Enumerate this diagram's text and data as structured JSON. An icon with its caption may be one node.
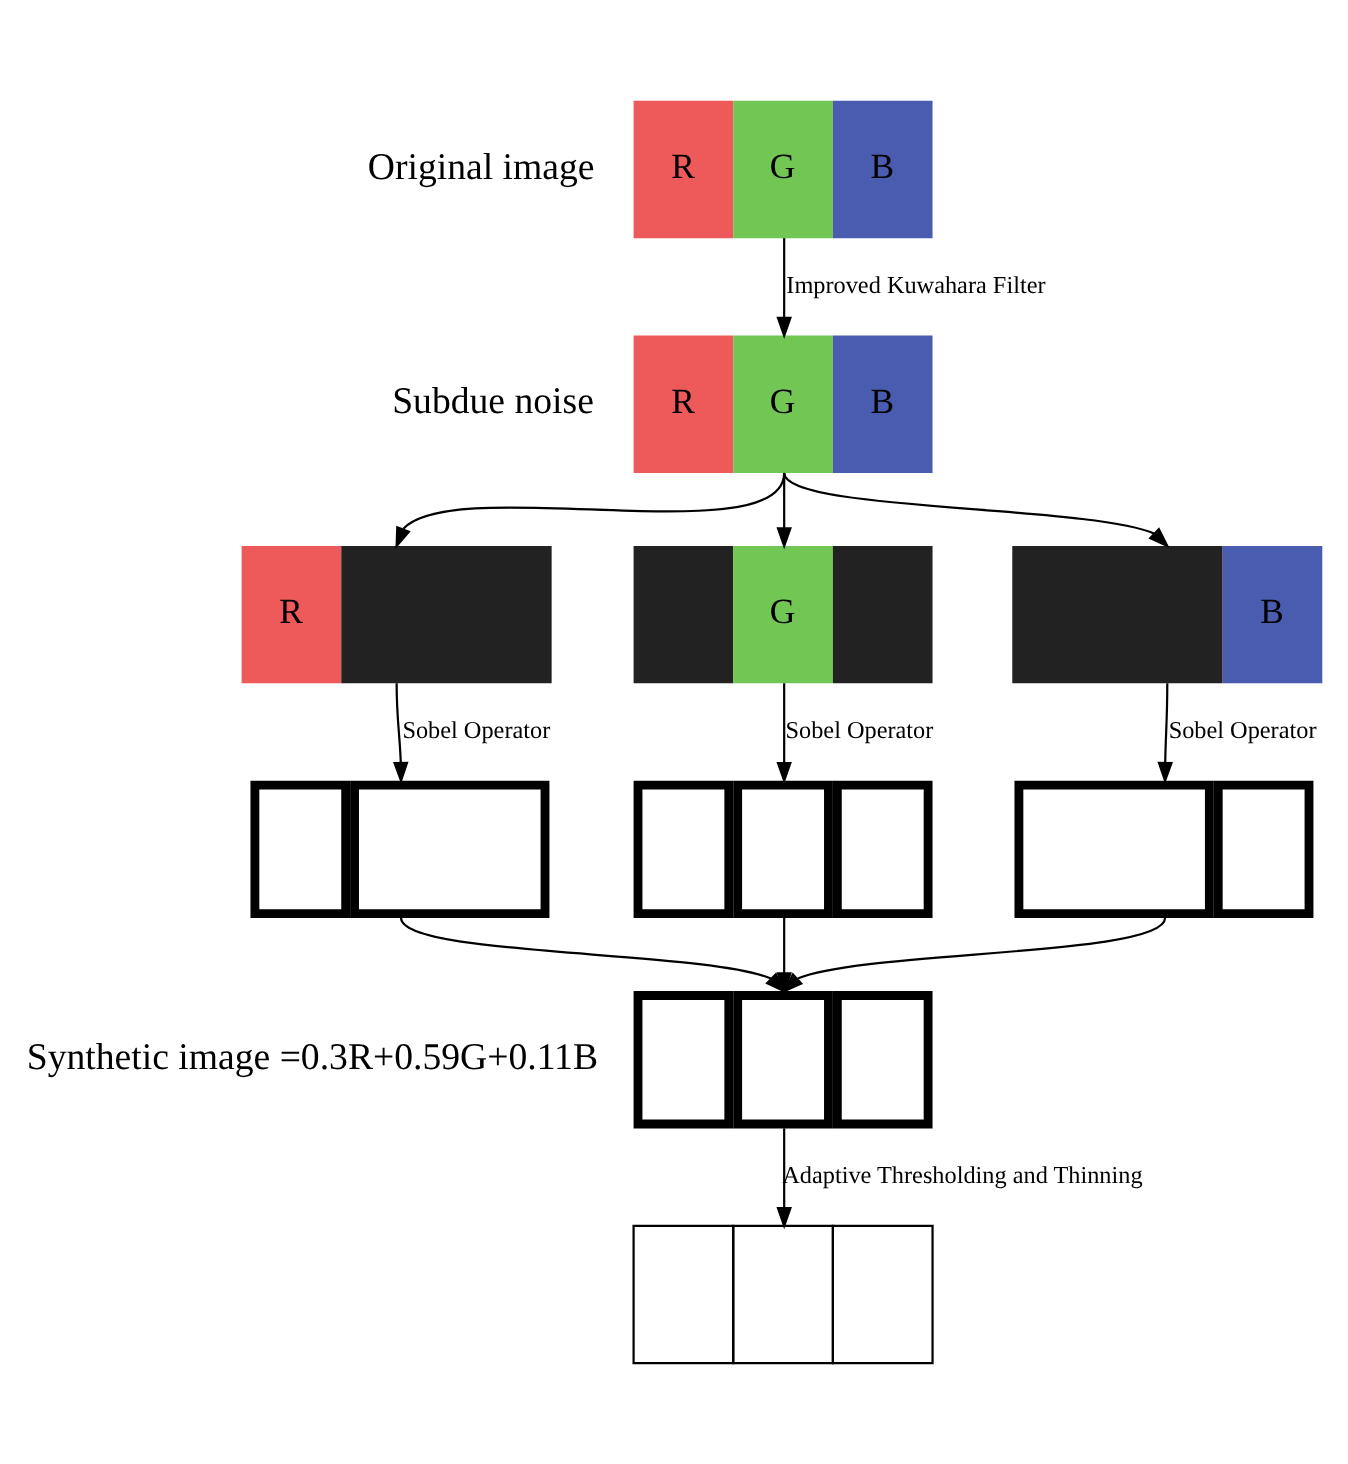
{
  "diagram": {
    "nodes": [
      {
        "text": [
          "R",
          "G",
          "B"
        ],
        "beside": [
          "Original image"
        ]
      },
      {
        "text": [
          "R",
          "G",
          "B"
        ],
        "beside": [
          "Subdue noise"
        ]
      },
      {
        "text": [
          "R"
        ]
      },
      {
        "text": [
          "G"
        ]
      },
      {
        "text": [
          "B"
        ]
      },
      {
        "text": [],
        "shape": "box"
      },
      {
        "text": [],
        "shape": "box"
      },
      {
        "text": [],
        "shape": "box"
      },
      {
        "text": [],
        "shape": "box",
        "beside": [
          "Synthetic image =0.3R+0.59G+0.11B"
        ]
      },
      {
        "text": [],
        "shape": "box"
      }
    ],
    "edges": [
      {
        "from": 0,
        "to": 1,
        "arrow": "to",
        "label": "Improved Kuwahara Filter"
      },
      {
        "from": 1,
        "to": 2,
        "arrow": "to"
      },
      {
        "from": 1,
        "to": 3,
        "arrow": "to"
      },
      {
        "from": 1,
        "to": 4,
        "arrow": "to"
      },
      {
        "from": 2,
        "to": 5,
        "arrow": "to",
        "label": "Sobel Operator"
      },
      {
        "from": 3,
        "to": 6,
        "arrow": "to",
        "label": "Sobel Operator"
      },
      {
        "from": 4,
        "to": 7,
        "arrow": "to",
        "label": "Sobel Operator"
      },
      {
        "from": 5,
        "to": 8,
        "arrow": "to"
      },
      {
        "from": 6,
        "to": 8,
        "arrow": "to"
      },
      {
        "from": 7,
        "to": 8,
        "arrow": "to"
      },
      {
        "from": 8,
        "to": 9,
        "arrow": "to",
        "label": "Adaptive Thresholding and Thinning"
      }
    ]
  }
}
